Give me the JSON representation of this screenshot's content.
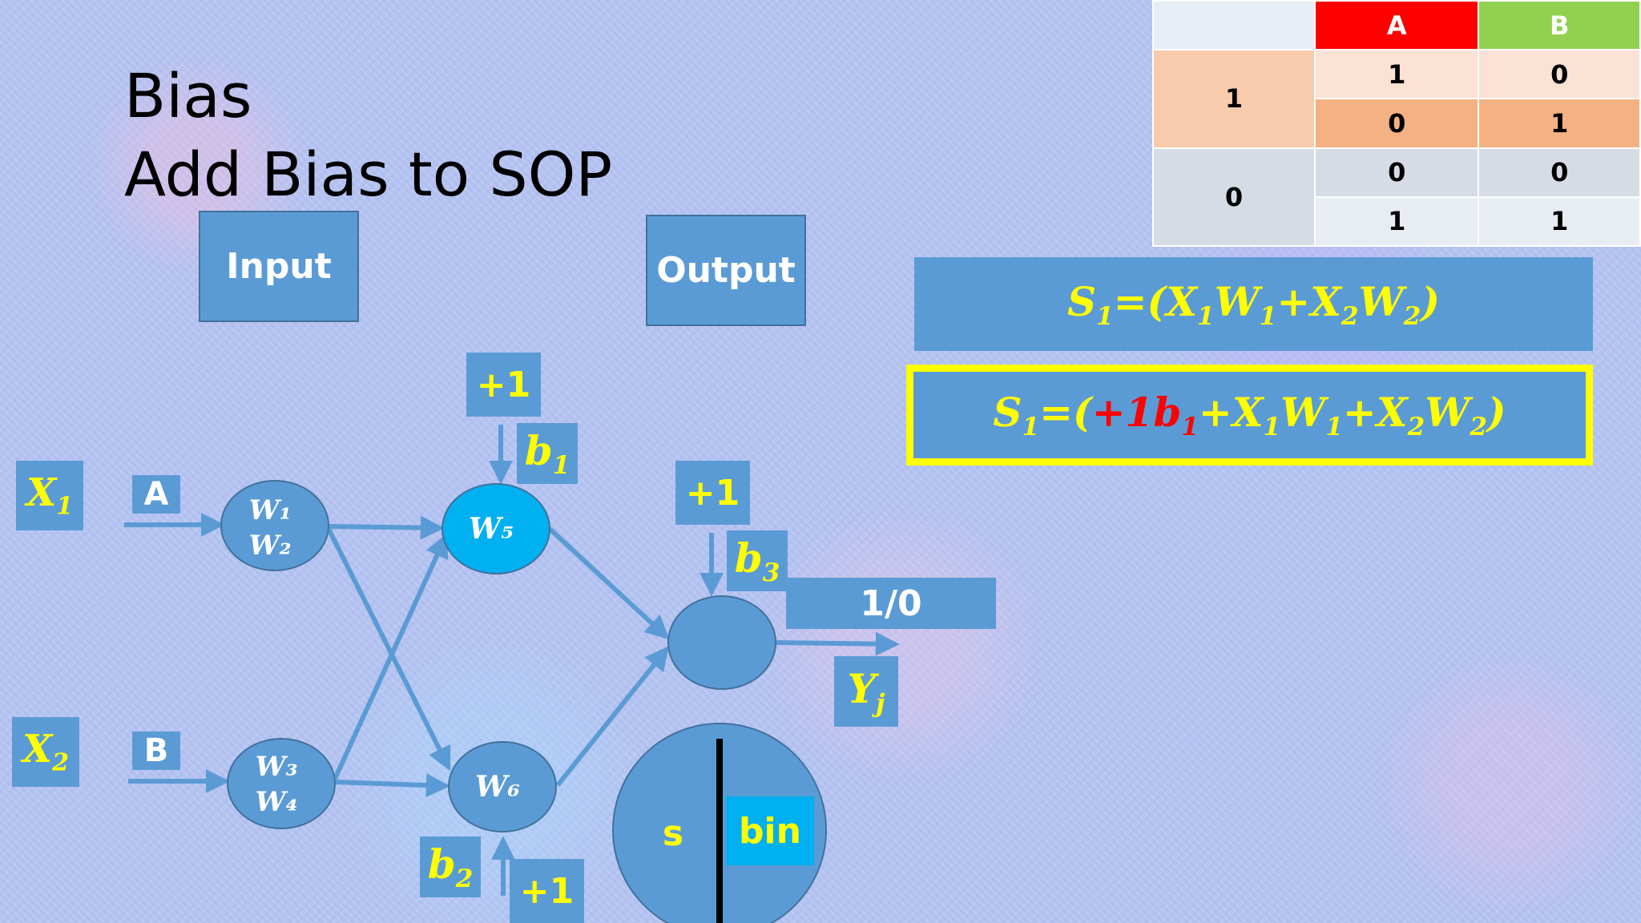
{
  "title": {
    "line1": "Bias",
    "line2": "Add Bias to SOP"
  },
  "labels": {
    "input": "Input",
    "output": "Output",
    "a": "A",
    "b": "B",
    "plus_one": "+1",
    "binary_output": "1/0",
    "s": "s",
    "bin": "bin"
  },
  "variables": {
    "x1": {
      "base": "X",
      "sub": "1"
    },
    "x2": {
      "base": "X",
      "sub": "2"
    },
    "b1": {
      "base": "b",
      "sub": "1"
    },
    "b2": {
      "base": "b",
      "sub": "2"
    },
    "b3": {
      "base": "b",
      "sub": "3"
    },
    "yj": {
      "base": "Y",
      "sub": "j"
    }
  },
  "neurons": {
    "n1": {
      "top": "W₁",
      "bottom": "W₂"
    },
    "n2": {
      "top": "W₃",
      "bottom": "W₄"
    },
    "n5": "W₅",
    "n6": "W₆"
  },
  "equations": {
    "eq1": {
      "s": "S",
      "s_sub": "1",
      "eq_open": "=(",
      "x1": "X",
      "x1_sub": "1",
      "w1": "W",
      "w1_sub": "1",
      "plus": "+",
      "x2": "X",
      "x2_sub": "2",
      "w2": "W",
      "w2_sub": "2",
      "close": ")"
    },
    "eq2": {
      "s": "S",
      "s_sub": "1",
      "eq_open": "=(",
      "bias_term": "+1",
      "b": "b",
      "b_sub": "1",
      "plus1": "+",
      "x1": "X",
      "x1_sub": "1",
      "w1": "W",
      "w1_sub": "1",
      "plus2": "+",
      "x2": "X",
      "x2_sub": "2",
      "w2": "W",
      "w2_sub": "2",
      "close": ")"
    }
  },
  "truth_table": {
    "headers": [
      "A",
      "B"
    ],
    "groups": [
      {
        "label": "1",
        "rows": [
          [
            "1",
            "0"
          ],
          [
            "0",
            "1"
          ]
        ]
      },
      {
        "label": "0",
        "rows": [
          [
            "0",
            "0"
          ],
          [
            "1",
            "1"
          ]
        ]
      }
    ]
  },
  "colors": {
    "block_blue": "#5b9bd5",
    "neuron_cyan": "#00b0f0",
    "highlight_yellow": "#ffff00",
    "header_red": "#ff0000",
    "header_green": "#92d050"
  }
}
